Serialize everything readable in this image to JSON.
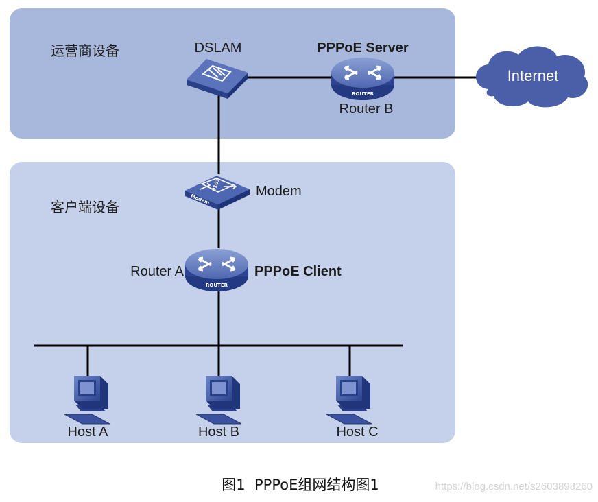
{
  "zones": {
    "operator": {
      "label": "运营商设备"
    },
    "customer": {
      "label": "客户端设备"
    }
  },
  "devices": {
    "dslam": {
      "label": "DSLAM"
    },
    "router_b": {
      "role": "PPPoE Server",
      "label": "Router B",
      "badge": "ROUTER"
    },
    "internet": {
      "label": "Internet"
    },
    "modem": {
      "label": "Modem",
      "badge": "Modem",
      "panel_text": "0101"
    },
    "router_a": {
      "label": "Router A",
      "role": "PPPoE Client",
      "badge": "ROUTER"
    },
    "hosts": [
      {
        "label": "Host A"
      },
      {
        "label": "Host B"
      },
      {
        "label": "Host C"
      }
    ]
  },
  "caption": "图1  PPPoE组网结构图1",
  "watermark": "https://blog.csdn.net/s2603898260",
  "colors": {
    "operator_zone": "#a8b8dc",
    "customer_zone": "#c5d1ea",
    "device_blue": "#3f59a6",
    "cloud": "#4b5fa8",
    "link": "#000000"
  }
}
